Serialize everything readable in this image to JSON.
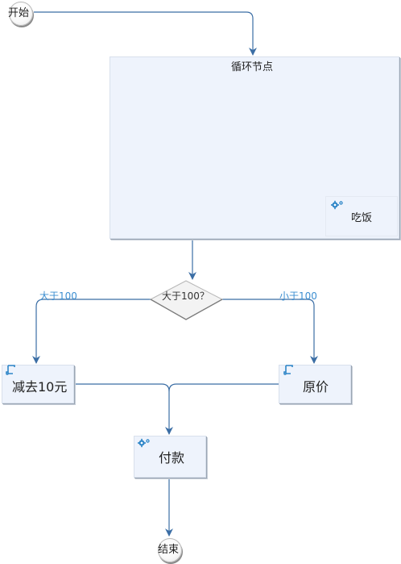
{
  "start": {
    "label": "开始"
  },
  "end": {
    "label": "结束"
  },
  "loop": {
    "title": "循环节点",
    "task": {
      "label": "吃饭",
      "icon": "gear-icon"
    }
  },
  "decision": {
    "label": "大于100？"
  },
  "branches": {
    "left_edge_label": "大于100",
    "right_edge_label": "小于100"
  },
  "discount": {
    "label": "减去10元",
    "icon": "script-icon"
  },
  "original": {
    "label": "原价",
    "icon": "script-icon"
  },
  "payment": {
    "label": "付款",
    "icon": "gear-icon"
  },
  "colors": {
    "edge": "#3b6ea5",
    "node_fill": "#eef3fc",
    "edge_label": "#3d8fd1",
    "icon": "#2f86c8"
  }
}
